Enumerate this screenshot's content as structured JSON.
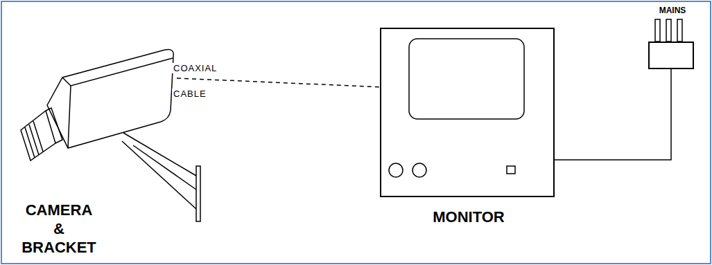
{
  "diagram": {
    "nodes": [
      {
        "text": [
          "CAMERA & BRACKET"
        ]
      },
      {
        "text": [
          "MONITOR"
        ]
      },
      {
        "text": [
          "MAINS"
        ]
      }
    ],
    "edges": [
      {
        "from": 0,
        "to": 1,
        "arrow": "none"
      },
      {
        "from": 1,
        "to": 2,
        "arrow": "none"
      }
    ],
    "labels": [
      "COAXIAL",
      "CABLE"
    ]
  }
}
